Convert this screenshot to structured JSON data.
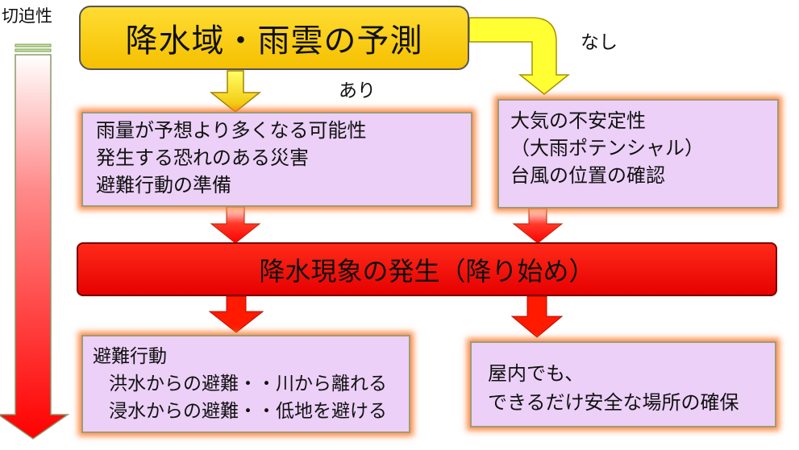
{
  "urgency_label": "切迫性",
  "forecast": {
    "title": "降水域・雨雲の予測"
  },
  "branch": {
    "yes": "あり",
    "no": "なし"
  },
  "rain_box": {
    "lines": [
      "雨量が予想より多くなる可能性",
      "発生する恐れのある災害",
      "避難行動の準備"
    ]
  },
  "instability_box": {
    "lines": [
      "大気の不安定性",
      "（大雨ポテンシャル）",
      "台風の位置の確認"
    ]
  },
  "onset": {
    "title": "降水現象の発生（降り始め）"
  },
  "evacuation_box": {
    "lines": [
      "避難行動",
      "洪水からの避難・・川から離れる",
      "浸水からの避難・・低地を避ける"
    ]
  },
  "indoor_box": {
    "lines": [
      "屋内でも、",
      "できるだけ安全な場所の確保"
    ]
  },
  "colors": {
    "forecast_fill": "#ffd21a",
    "box_fill": "#ecd0f7",
    "box_glow": "#ff7828",
    "onset_fill": "#f20000",
    "yellow_arrow": "#ffff33",
    "red_arrow": "#ff1a00"
  }
}
